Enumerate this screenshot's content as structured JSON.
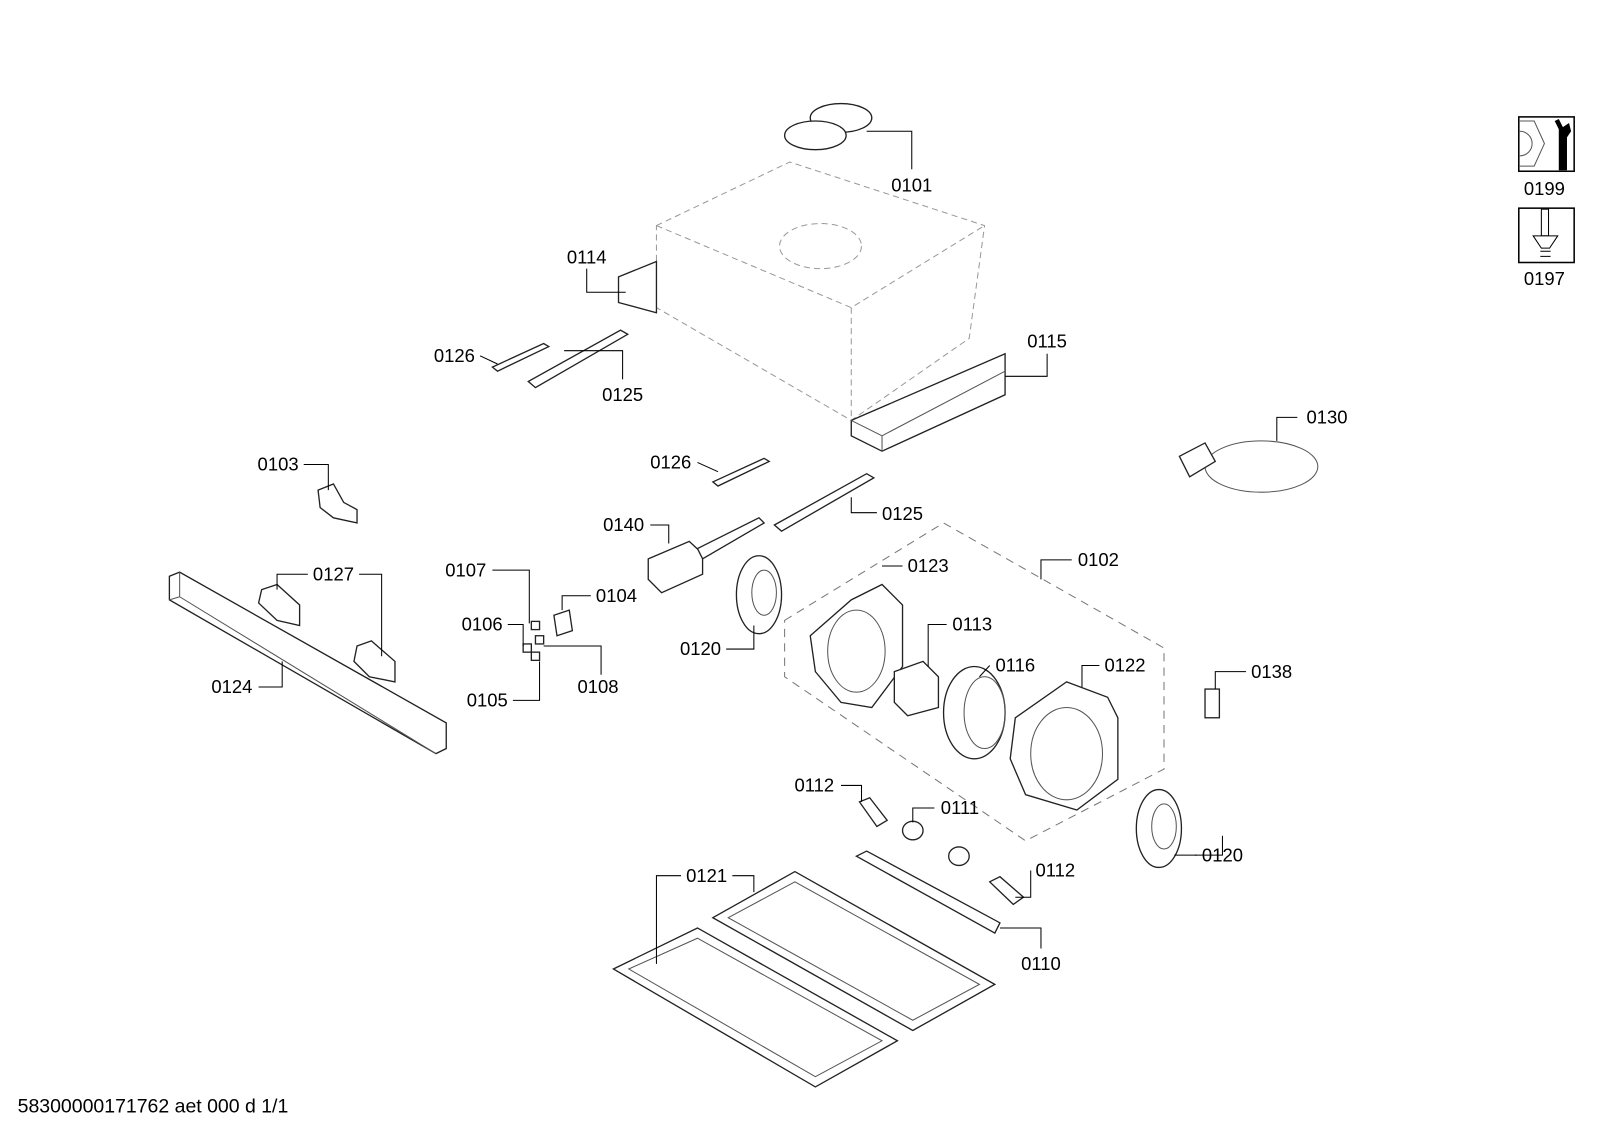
{
  "labels": {
    "p0101": "0101",
    "p0114": "0114",
    "p0115": "0115",
    "p0126a": "0126",
    "p0125a": "0125",
    "p0103": "0103",
    "p0126b": "0126",
    "p0125b": "0125",
    "p0140": "0140",
    "p0130": "0130",
    "p0102": "0102",
    "p0123": "0123",
    "p0107": "0107",
    "p0104": "0104",
    "p0127": "0127",
    "p0106": "0106",
    "p0113": "0113",
    "p0120a": "0120",
    "p0116": "0116",
    "p0122": "0122",
    "p0138": "0138",
    "p0108": "0108",
    "p0124": "0124",
    "p0105": "0105",
    "p0112a": "0112",
    "p0111": "0111",
    "p0120b": "0120",
    "p0121": "0121",
    "p0112b": "0112",
    "p0110": "0110",
    "p0199": "0199",
    "p0197": "0197"
  },
  "tool_icons": [
    "wrench-nut-icon",
    "screwdriver-screw-icon"
  ],
  "footer": "58300000171762 aet 000 d 1/1"
}
